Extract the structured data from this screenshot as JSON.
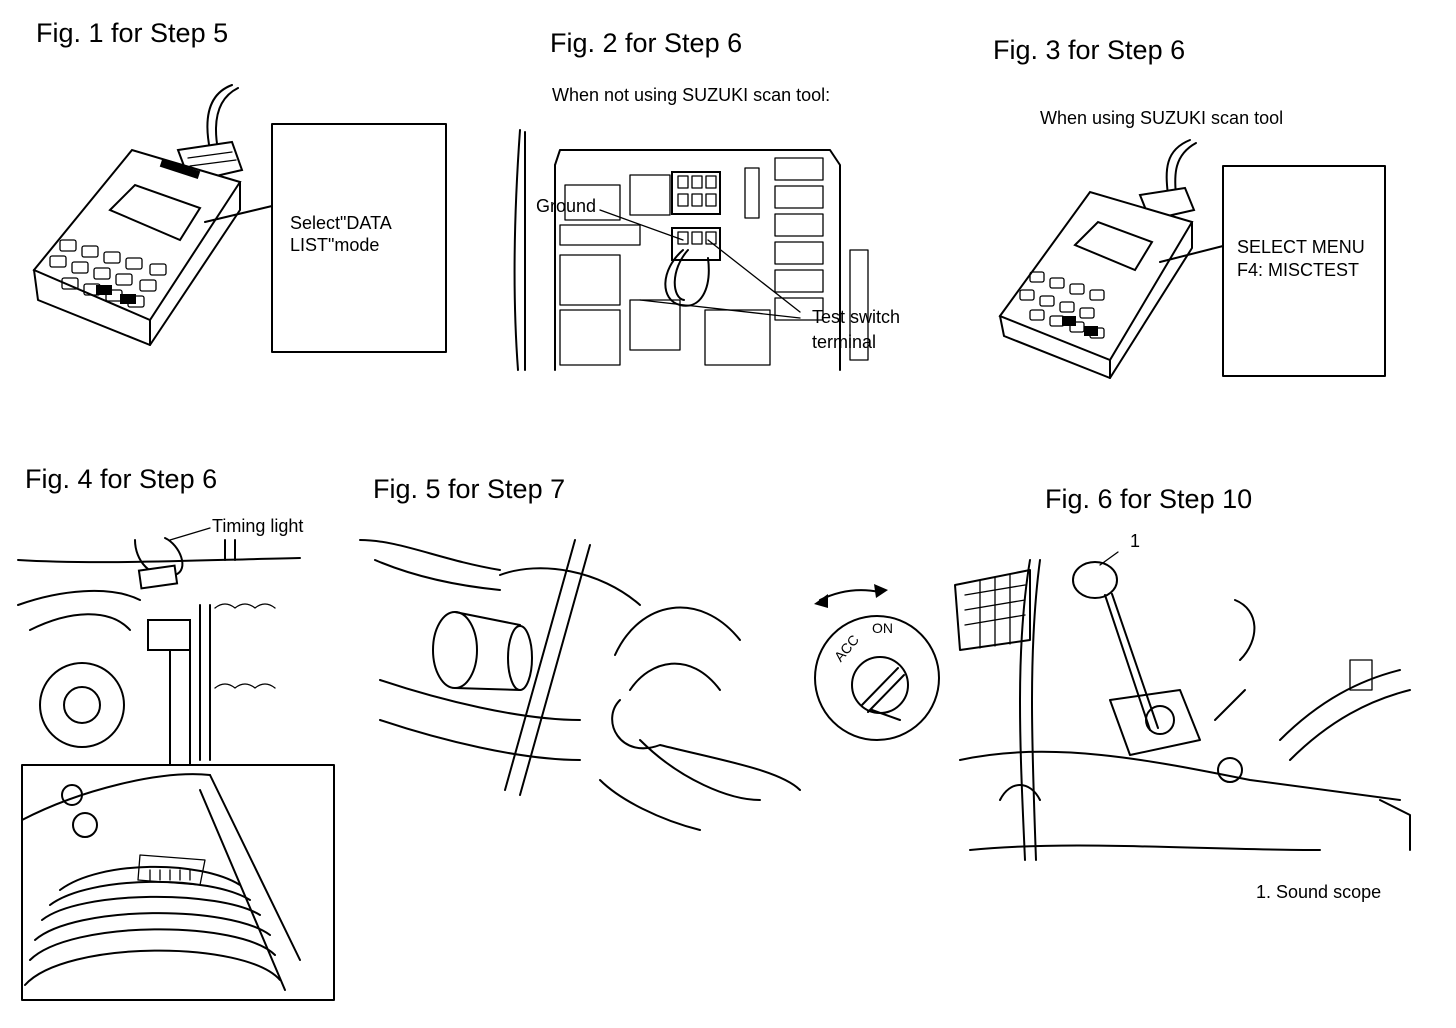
{
  "figures": {
    "fig1": {
      "title": "Fig. 1 for Step 5",
      "box_line1": "Select\"DATA",
      "box_line2": "LIST\"mode"
    },
    "fig2": {
      "title": "Fig. 2 for Step 6",
      "subtitle": "When not using SUZUKI scan tool:",
      "ground": "Ground",
      "test_line1": "Test switch",
      "test_line2": "terminal"
    },
    "fig3": {
      "title": "Fig. 3 for Step 6",
      "subtitle": "When using SUZUKI scan tool",
      "box_line1": "SELECT MENU",
      "box_line2": "F4: MISCTEST"
    },
    "fig4": {
      "title": "Fig. 4 for Step 6",
      "timing_light": "Timing light"
    },
    "fig5": {
      "title": "Fig. 5 for Step 7",
      "key_acc": "ACC",
      "key_on": "ON"
    },
    "fig6": {
      "title": "Fig. 6 for Step 10",
      "callout": "1",
      "legend": "1.  Sound scope"
    }
  }
}
